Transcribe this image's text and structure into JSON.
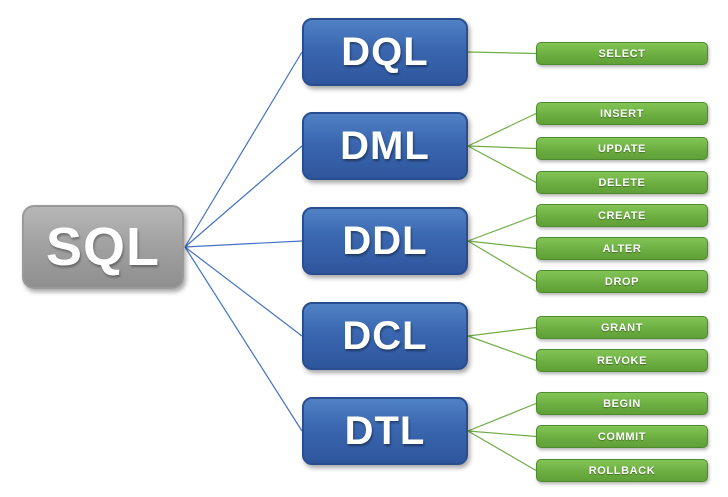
{
  "diagram": {
    "root": {
      "label": "SQL"
    },
    "categories": [
      {
        "label": "DQL",
        "commands": [
          "SELECT"
        ]
      },
      {
        "label": "DML",
        "commands": [
          "INSERT",
          "UPDATE",
          "DELETE"
        ]
      },
      {
        "label": "DDL",
        "commands": [
          "CREATE",
          "ALTER",
          "DROP"
        ]
      },
      {
        "label": "DCL",
        "commands": [
          "GRANT",
          "REVOKE"
        ]
      },
      {
        "label": "DTL",
        "commands": [
          "BEGIN",
          "COMMIT",
          "ROLLBACK"
        ]
      }
    ],
    "colors": {
      "root_fill": "#a2a2a2",
      "category_fill": "#3a67b0",
      "command_fill": "#6cae41",
      "category_connector": "#4472c4",
      "command_connector": "#70ad47",
      "background": "#ffffff"
    }
  }
}
